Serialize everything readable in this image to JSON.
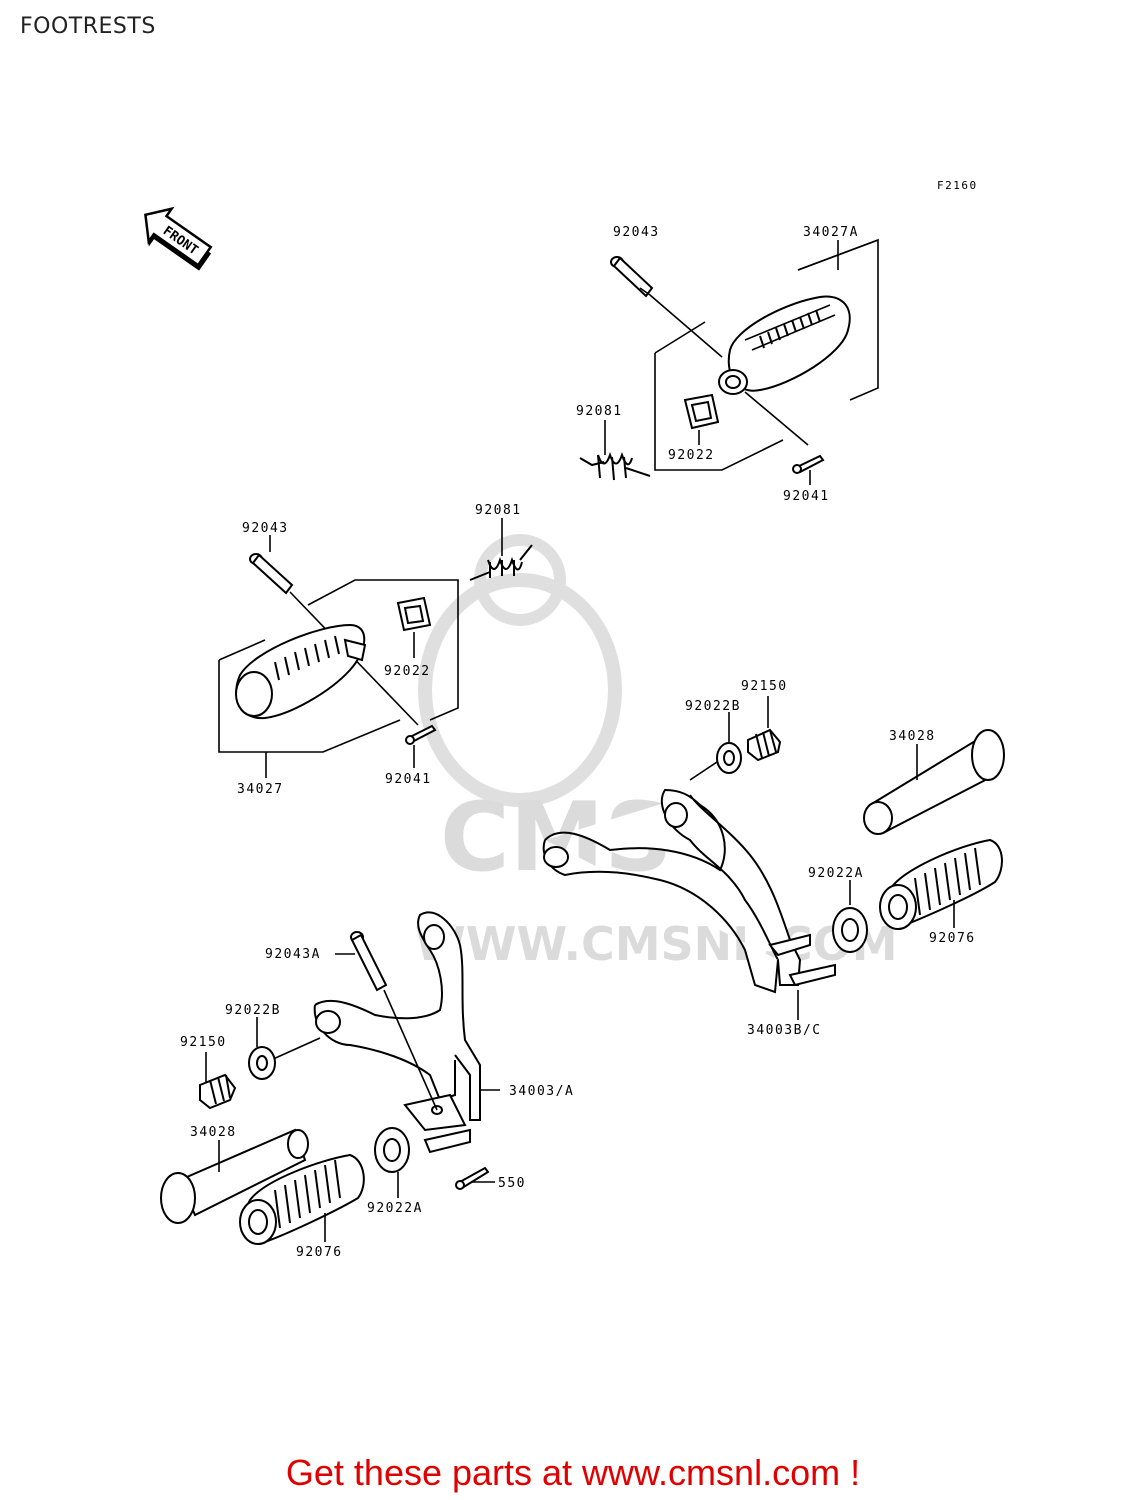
{
  "page": {
    "title": "FOOTRESTS",
    "reference": "F2160",
    "front_label": "FRONT",
    "footer": "Get these parts at www.cmsnl.com !"
  },
  "watermark": {
    "text": "WWW.CMSNL.COM",
    "logo": "CMS"
  },
  "labels": {
    "r_92043": "92043",
    "r_34027A": "34027A",
    "r_92081": "92081",
    "r_92022": "92022",
    "r_92041": "92041",
    "l_92043": "92043",
    "l_92081": "92081",
    "l_92022": "92022",
    "l_34027": "34027",
    "l_92041": "92041",
    "r_92150": "92150",
    "r_92022B": "92022B",
    "r_34028": "34028",
    "r_92022A": "92022A",
    "r_92076": "92076",
    "r_34003BC": "34003B/C",
    "l_92043A": "92043A",
    "l_92022B": "92022B",
    "l_92150": "92150",
    "l_34003A": "34003/A",
    "l_34028": "34028",
    "l_550": "550",
    "l_92022A": "92022A",
    "l_92076": "92076"
  }
}
